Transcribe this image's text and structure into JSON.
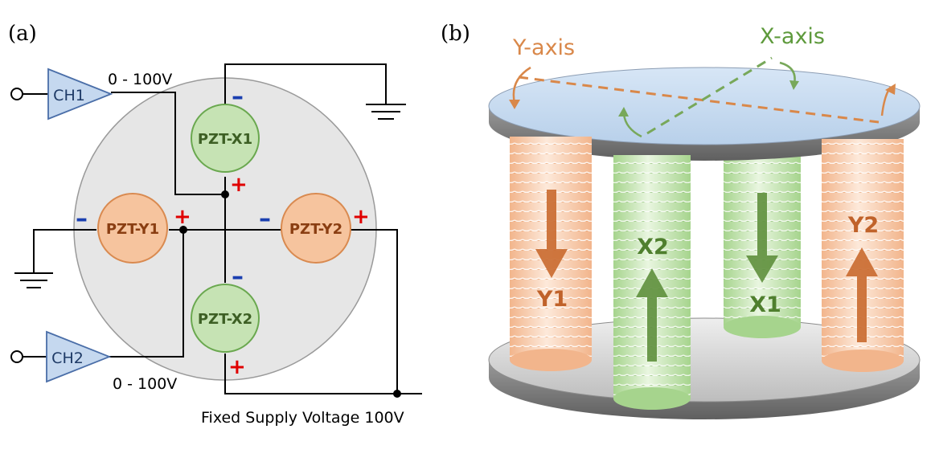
{
  "panel_a": {
    "label": "(a)",
    "ch1": "CH1",
    "ch2": "CH2",
    "ch1_range": "0 - 100V",
    "ch2_range": "0 - 100V",
    "pzt_x1": "PZT-X1",
    "pzt_x2": "PZT-X2",
    "pzt_y1": "PZT-Y1",
    "pzt_y2": "PZT-Y2",
    "plus": "+",
    "minus": "–",
    "supply": "Fixed Supply Voltage 100V"
  },
  "panel_b": {
    "label": "(b)",
    "y_axis": "Y-axis",
    "x_axis": "X-axis",
    "y1": "Y1",
    "x2": "X2",
    "x1": "X1",
    "y2": "Y2"
  },
  "colors": {
    "green_fill": "#c6e3b4",
    "green_stroke": "#6aa84f",
    "green_text": "#4f7f2e",
    "orange_fill": "#f6c49e",
    "orange_stroke": "#d98a50",
    "orange_text": "#c0622a",
    "plus_red": "#e00000",
    "minus_blue": "#1a3fb0",
    "amp_fill": "#c5d8ef",
    "amp_stroke": "#4a6ea8"
  }
}
